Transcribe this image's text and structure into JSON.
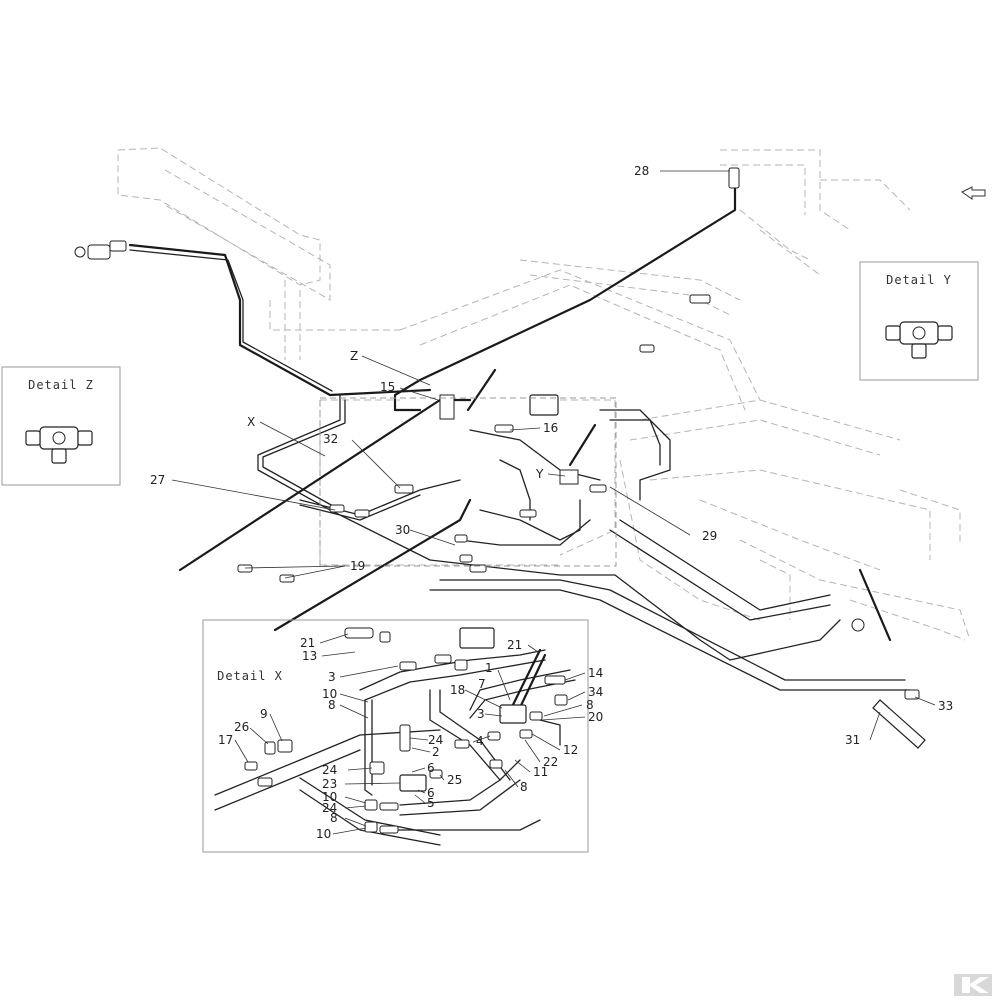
{
  "detail_boxes": {
    "y": {
      "title": "Detail Y"
    },
    "z": {
      "title": "Detail Z"
    },
    "x": {
      "title": "Detail X"
    }
  },
  "main_labels": {
    "l28": "28",
    "lZ": "Z",
    "l15": "15",
    "lX": "X",
    "l32": "32",
    "l16": "16",
    "lY": "Y",
    "l27": "27",
    "l30": "30",
    "l29": "29",
    "l19": "19",
    "l33": "33",
    "l31": "31"
  },
  "detail_x_labels": {
    "d21a": "21",
    "d13": "13",
    "d3a": "3",
    "d21b": "21",
    "d1": "1",
    "d14": "14",
    "d18": "18",
    "d7": "7",
    "d34": "34",
    "d10a": "10",
    "d8a": "8",
    "d8b": "8",
    "d9": "9",
    "d26": "26",
    "d17": "17",
    "d3b": "3",
    "d20": "20",
    "d4": "4",
    "d24a": "24",
    "d2": "2",
    "d12": "12",
    "d6a": "6",
    "d22": "22",
    "d24b": "24",
    "d23": "23",
    "d25": "25",
    "d11": "11",
    "d10b": "10",
    "d6b": "6",
    "d8c": "8",
    "d24c": "24",
    "d5": "5",
    "d8d": "8",
    "d10c": "10"
  },
  "icons": {
    "direction_arrow": "arrow-icon",
    "logo": "brand-logo-icon"
  }
}
